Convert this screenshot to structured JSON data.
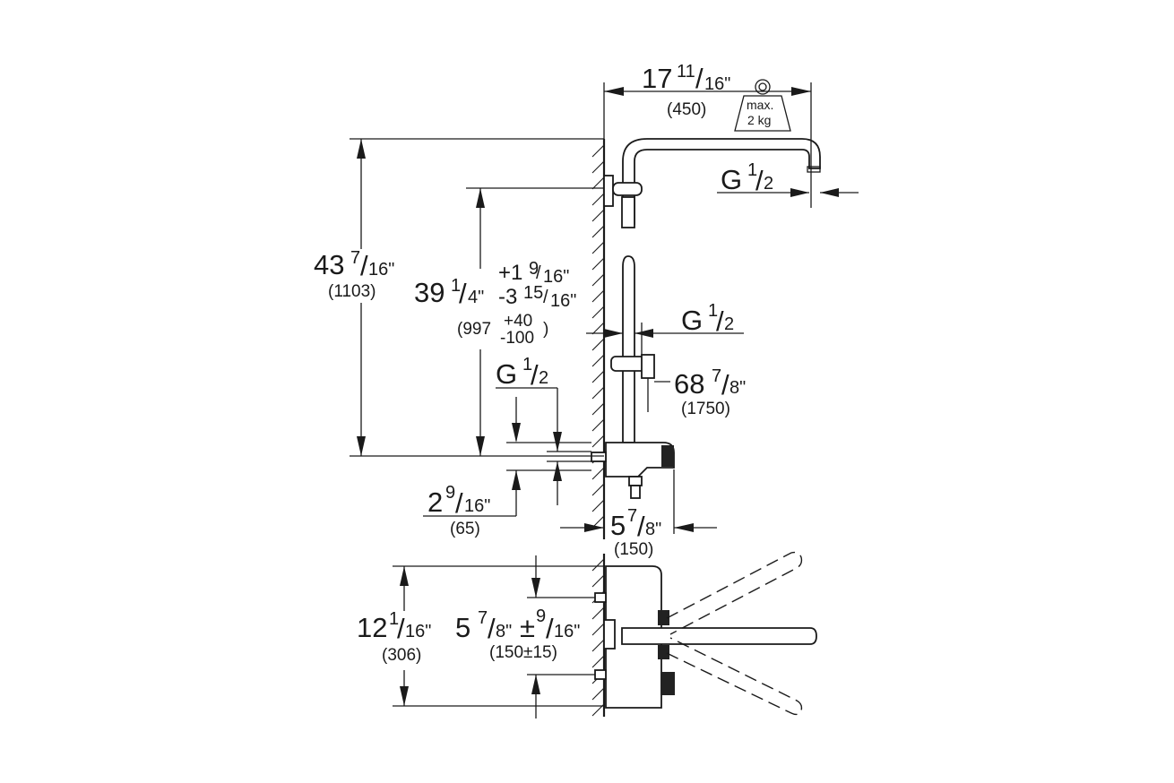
{
  "dimensions": {
    "width_top": {
      "whole": "17",
      "num": "11",
      "den": "16\"",
      "mm": "(450)"
    },
    "weight": {
      "line1": "max.",
      "line2": "2 kg"
    },
    "outlet_thread": {
      "g": "G",
      "num": "1",
      "den": "2"
    },
    "total_height": {
      "whole": "43",
      "num": "7",
      "den": "16\"",
      "mm": "(1103)"
    },
    "arm_height": {
      "whole": "39",
      "num": "1",
      "den": "4\"",
      "plus_whole": "+1",
      "plus_num": "9",
      "plus_den": "16\"",
      "minus_whole": "-3",
      "minus_num": "15",
      "minus_den": "16\"",
      "mm_base": "(997",
      "mm_plus": "+40",
      "mm_minus": "-100",
      "mm_close": ")"
    },
    "rail_thread": {
      "g": "G",
      "num": "1",
      "den": "2"
    },
    "hose_length": {
      "whole": "68",
      "num": "7",
      "den": "8\"",
      "mm": "(1750)"
    },
    "inlet_thread": {
      "g": "G",
      "num": "1",
      "den": "2"
    },
    "inlet_offset": {
      "whole": "2",
      "num": "9",
      "den": "16\"",
      "mm": "(65)"
    },
    "projection": {
      "whole": "5",
      "num": "7",
      "den": "8\"",
      "mm": "(150)"
    },
    "body_height": {
      "whole": "12",
      "num": "1",
      "den": "16\"",
      "mm": "(306)"
    },
    "inlet_spacing": {
      "whole": "5",
      "num": "7",
      "den": "8\"",
      "pm": "±",
      "num2": "9",
      "den2": "16\"",
      "mm": "(150±15)"
    }
  }
}
